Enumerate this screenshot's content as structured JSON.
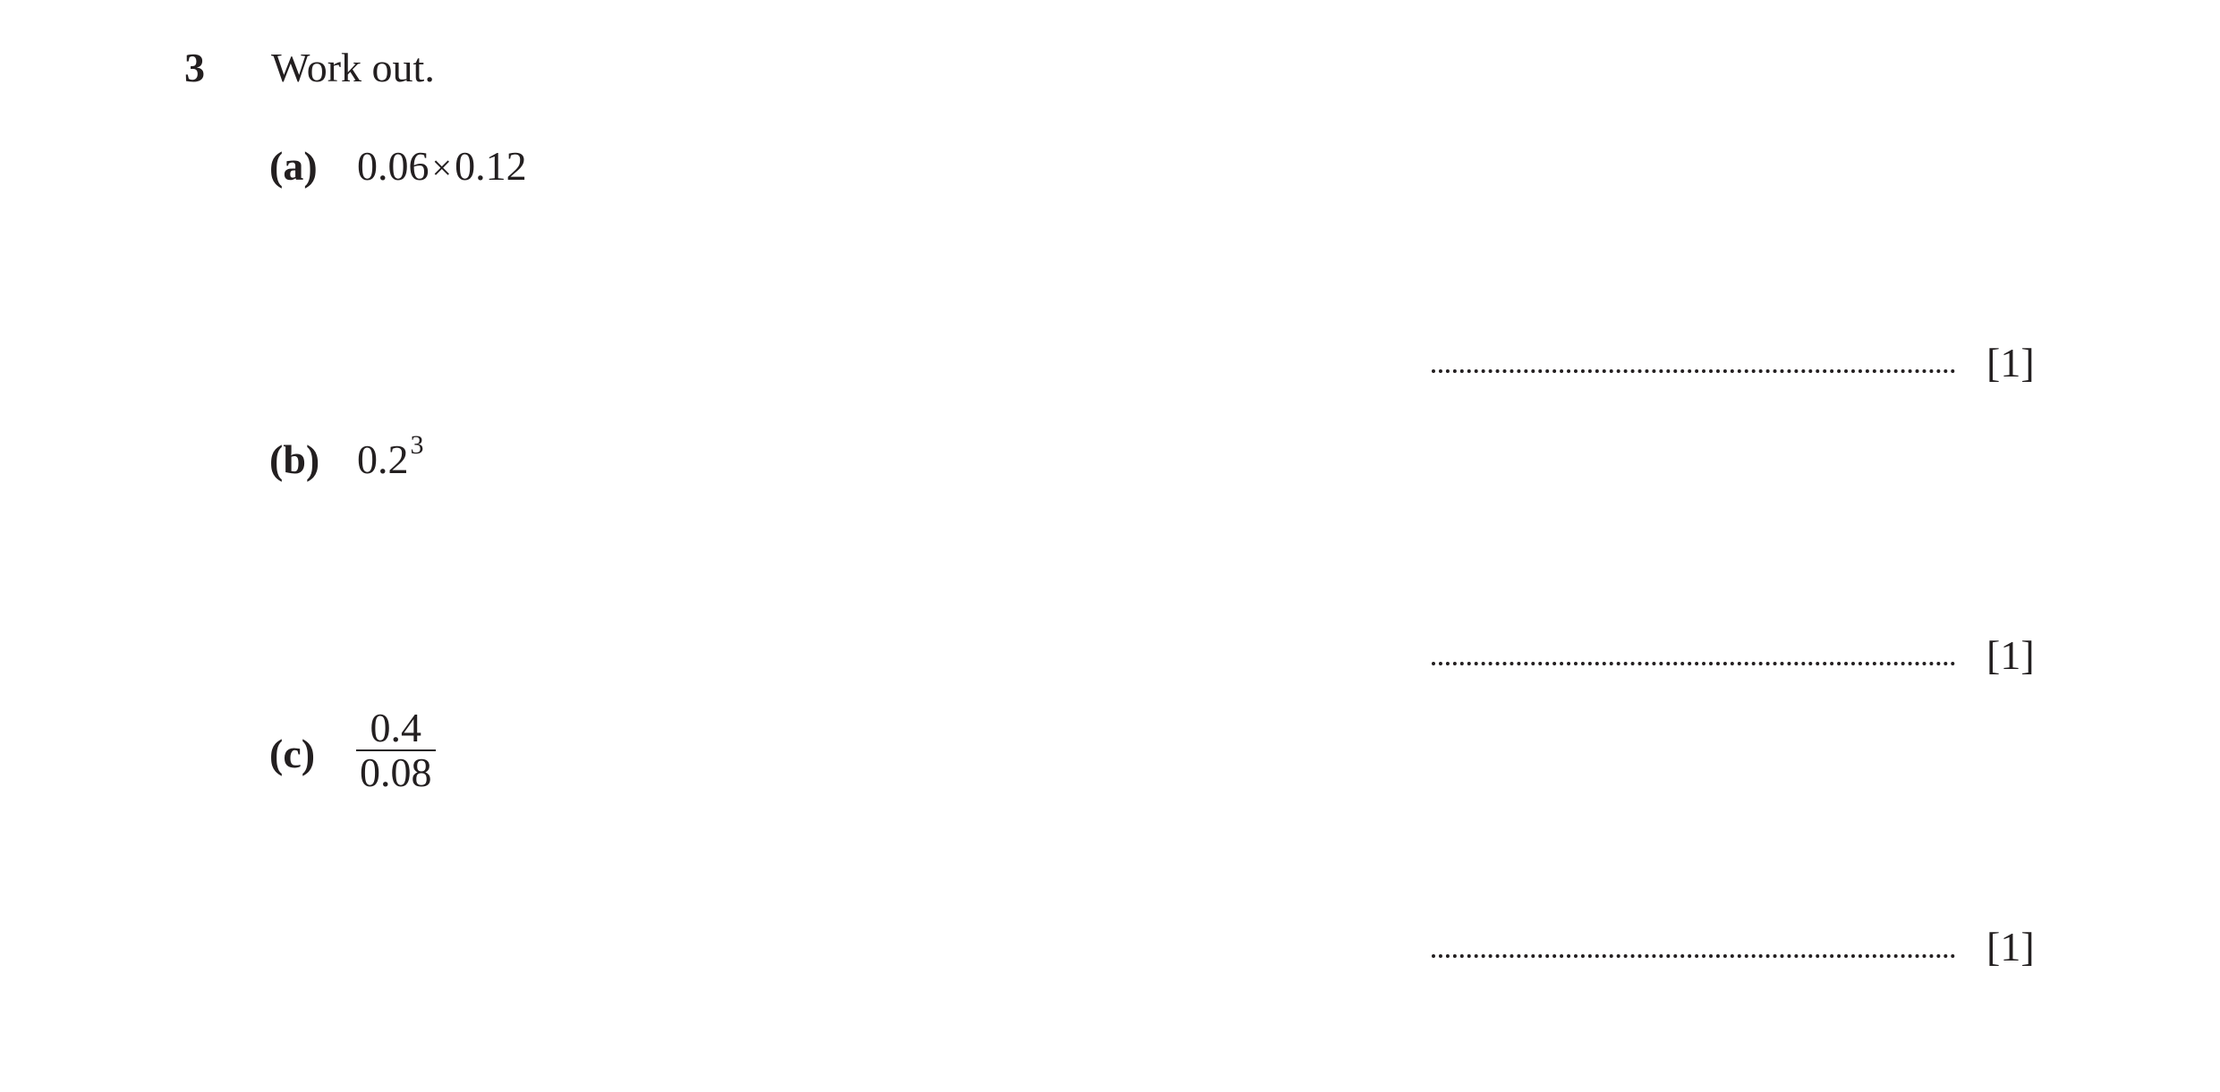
{
  "question": {
    "number": "3",
    "instruction": "Work out."
  },
  "parts": {
    "a": {
      "label": "(a)",
      "left": "0.06",
      "operator": "×",
      "right": "0.12",
      "marks": "[1]"
    },
    "b": {
      "label": "(b)",
      "base": "0.2",
      "exponent": "3",
      "marks": "[1]"
    },
    "c": {
      "label": "(c)",
      "numerator": "0.4",
      "denominator": "0.08",
      "marks": "[1]"
    }
  }
}
